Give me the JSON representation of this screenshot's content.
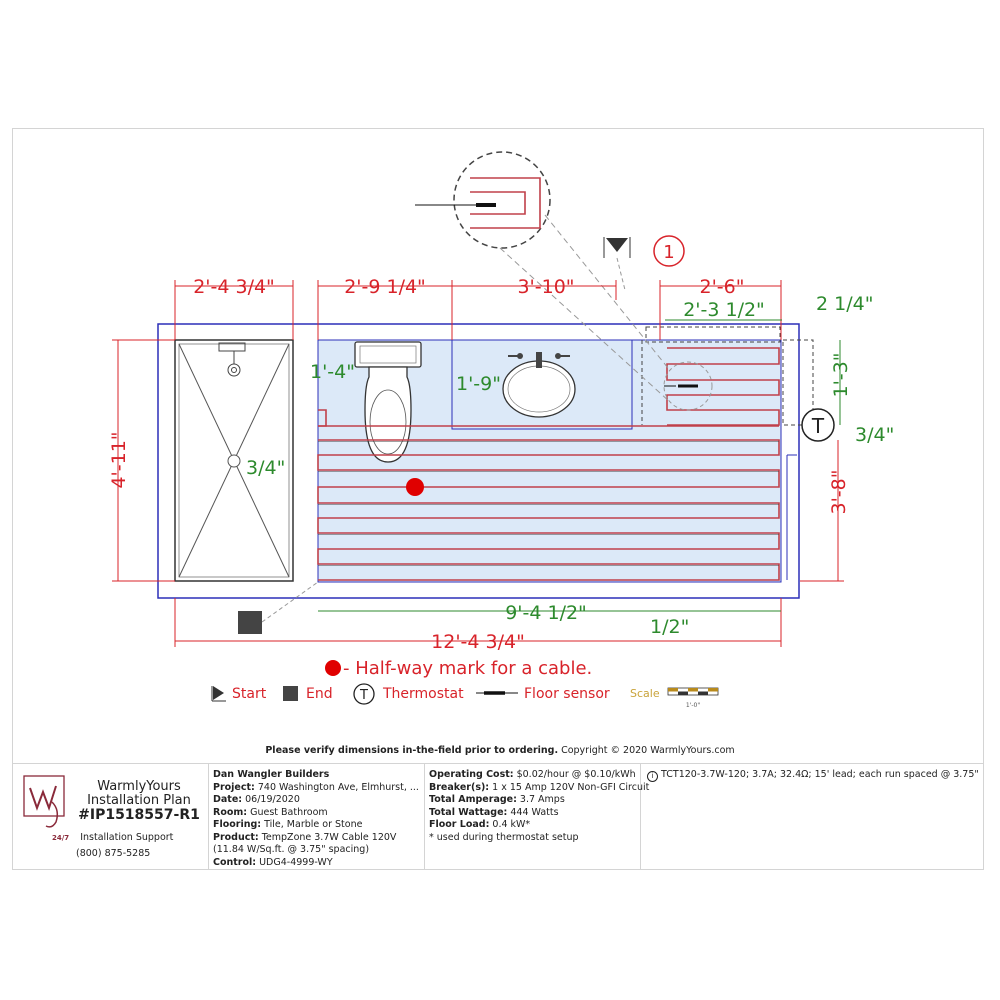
{
  "dimensions": {
    "shower_width": "2'-4 3/4\"",
    "toilet_width": "2'-9 1/4\"",
    "vanity_width": "3'-10\"",
    "right_zone_width": "2'-6\"",
    "right_heated_width": "2'-3 1/2\"",
    "right_offset": "2 1/4\"",
    "toilet_depth": "1'-4\"",
    "vanity_depth": "1'-9\"",
    "right_upper_depth": "1'-3\"",
    "right_lower_offset": "3/4\"",
    "shower_offset": "3/4\"",
    "room_height": "4'-11\"",
    "right_height": "3'-8\"",
    "heated_length": "9'-4 1/2\"",
    "bottom_offset": "1/2\"",
    "total_length": "12'-4 3/4\""
  },
  "detail_callout": "1",
  "halfway_note": "- Half-way mark for a cable.",
  "legend": {
    "start": "Start",
    "end": "End",
    "thermostat": "Thermostat",
    "thermostat_symbol": "T",
    "floor_sensor": "Floor sensor",
    "scale": "Scale",
    "scale_unit": "1'-0\""
  },
  "colors": {
    "dimension_red": "#d8232a",
    "dimension_green": "#2d8a2d",
    "room_outline_blue": "#2b2fb8",
    "cable_run": "#c0404a",
    "fixture_fill": "#dce9f8"
  },
  "footer": {
    "verify_bold": "Please verify dimensions in-the-field prior to ordering.",
    "copyright": " Copyright © 2020 WarmlyYours.com"
  },
  "titleblock": {
    "brand": "WarmlyYours",
    "plan_title": "Installation Plan",
    "plan_number": "#IP1518557-R1",
    "support_badge": "24/7",
    "support": "Installation Support",
    "phone": "(800) 875-5285",
    "company": "Dan Wangler Builders",
    "project_label": "Project:",
    "project": " 740 Washington Ave, Elmhurst, ...",
    "date_label": "Date:",
    "date": " 06/19/2020",
    "room_label": "Room:",
    "room": " Guest Bathroom",
    "flooring_label": "Flooring:",
    "flooring": " Tile, Marble or Stone",
    "product_label": "Product:",
    "product": " TempZone 3.7W Cable 120V (11.84 W/Sq.ft. @ 3.75\" spacing)",
    "control_label": "Control:",
    "control": " UDG4-4999-WY",
    "operating_cost_label": "Operating Cost:",
    "operating_cost": " $0.02/hour @ $0.10/kWh",
    "breakers_label": "Breaker(s):",
    "breakers": " 1 x 15 Amp 120V Non-GFI Circuit",
    "amperage_label": "Total Amperage:",
    "amperage": " 3.7 Amps",
    "wattage_label": "Total Wattage:",
    "wattage": " 444 Watts",
    "floor_load_label": "Floor Load:",
    "floor_load": " 0.4 kW*",
    "footnote": "* used during thermostat setup",
    "cable_spec": "TCT120-3.7W-120; 3.7A; 32.4Ω; 15' lead; each run spaced @ 3.75\""
  }
}
